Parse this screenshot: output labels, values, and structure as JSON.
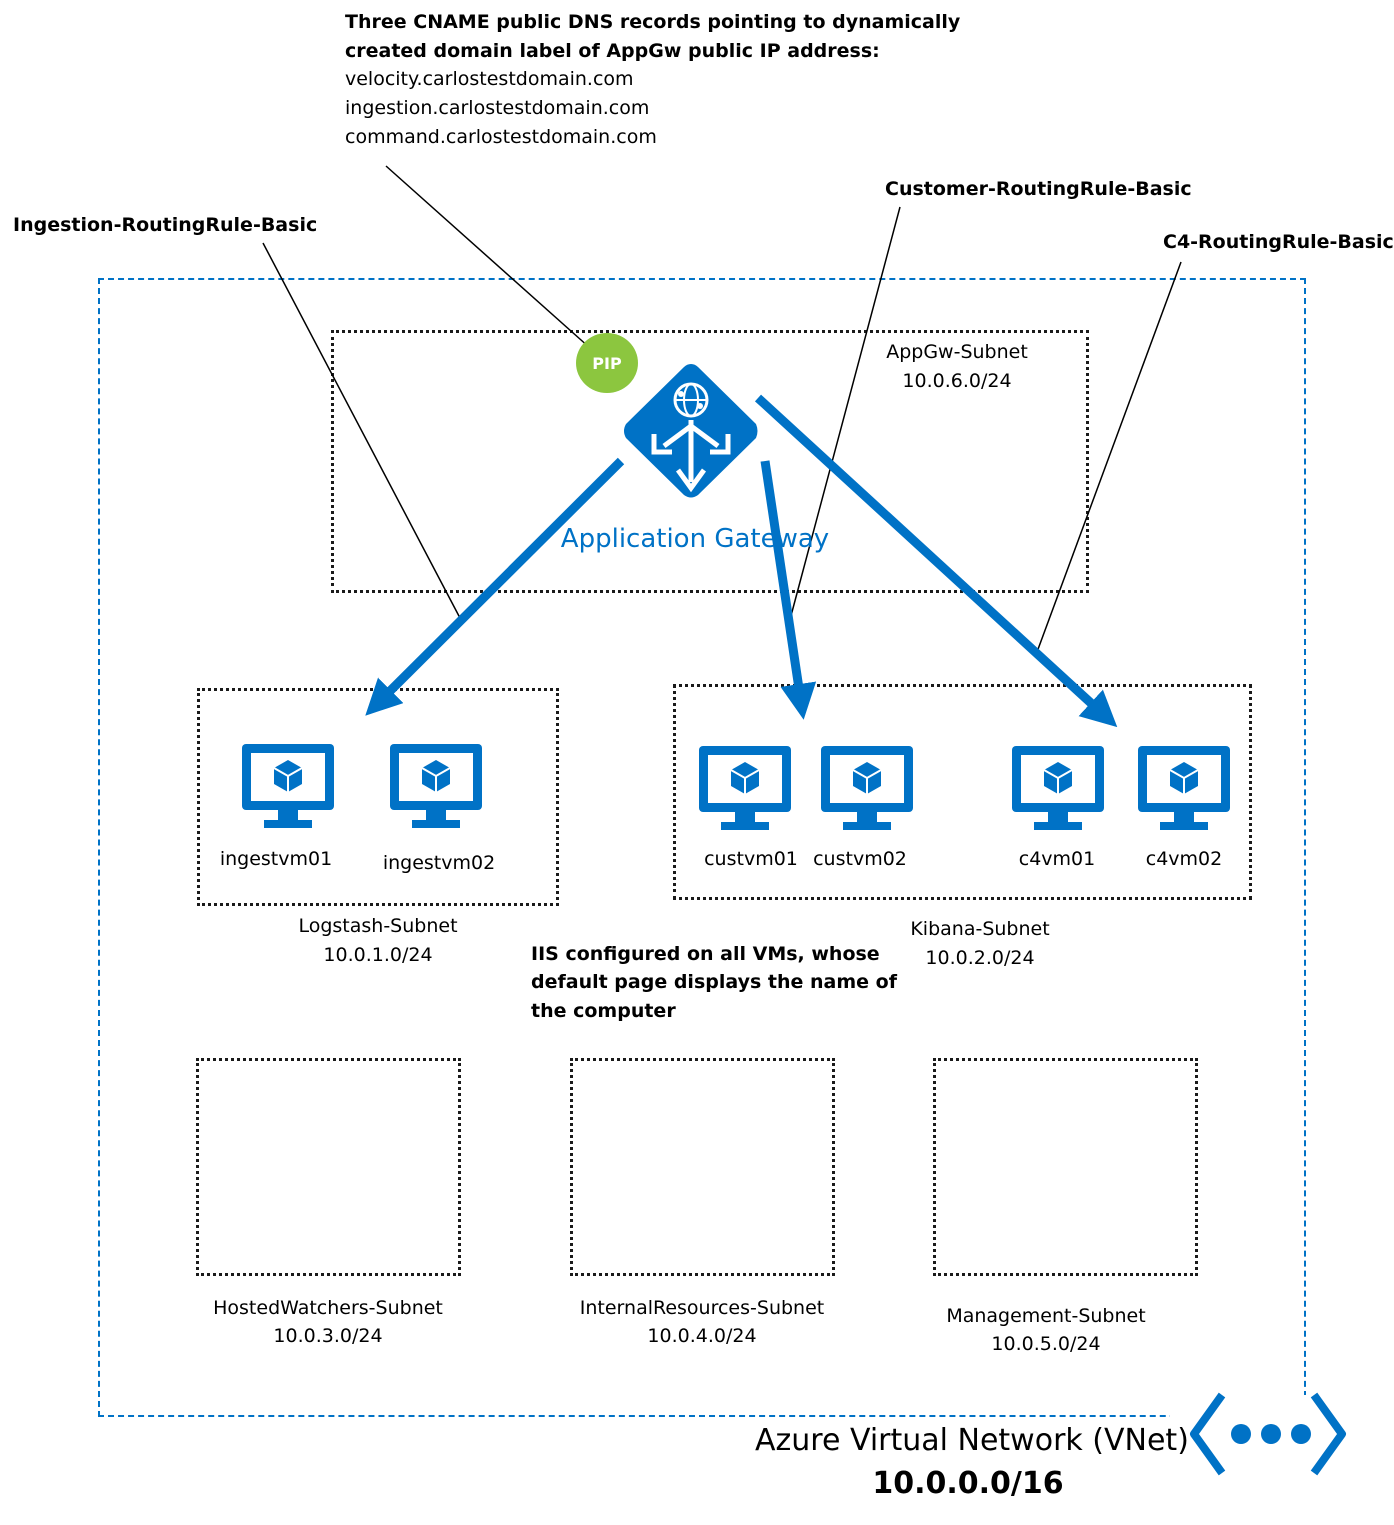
{
  "dns_note": {
    "title_line1": "Three CNAME public DNS records pointing to dynamically",
    "title_line2": "created domain label of AppGw public IP address:",
    "records": [
      "velocity.carlostestdomain.com",
      "ingestion.carlostestdomain.com",
      "command.carlostestdomain.com"
    ]
  },
  "routing_rules": {
    "ingestion": "Ingestion-RoutingRule-Basic",
    "customer": "Customer-RoutingRule-Basic",
    "c4": "C4-RoutingRule-Basic"
  },
  "pip_label": "PIP",
  "app_gateway": {
    "label": "Application Gateway"
  },
  "subnets": {
    "appgw": {
      "name": "AppGw-Subnet",
      "cidr": "10.0.6.0/24"
    },
    "logstash": {
      "name": "Logstash-Subnet",
      "cidr": "10.0.1.0/24"
    },
    "kibana": {
      "name": "Kibana-Subnet",
      "cidr": "10.0.2.0/24"
    },
    "hostedwatchers": {
      "name": "HostedWatchers-Subnet",
      "cidr": "10.0.3.0/24"
    },
    "internalresources": {
      "name": "InternalResources-Subnet",
      "cidr": "10.0.4.0/24"
    },
    "management": {
      "name": "Management-Subnet",
      "cidr": "10.0.5.0/24"
    }
  },
  "vms": [
    "ingestvm01",
    "ingestvm02",
    "custvm01",
    "custvm02",
    "c4vm01",
    "c4vm02"
  ],
  "iis_note": [
    "IIS configured on all VMs, whose",
    "default page displays the name of",
    "the computer"
  ],
  "vnet": {
    "title": "Azure Virtual Network (VNet)",
    "cidr": "10.0.0.0/16"
  },
  "colors": {
    "azure_blue": "#0072c6",
    "pip_green": "#8cc63f",
    "line": "#000000"
  }
}
